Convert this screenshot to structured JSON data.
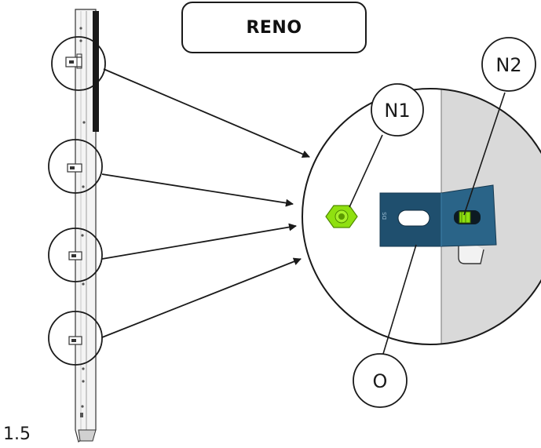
{
  "title": "RENO",
  "step_number": "1.5",
  "callouts": {
    "nut_1": "N1",
    "nut_2": "N2",
    "bracket": "O"
  },
  "colors": {
    "bracket": "#1f4f6e",
    "nut": "#8fe010",
    "wall": "#d9d9d9",
    "outline": "#1a1a1a"
  },
  "icons": {
    "profile": "vertical-profile-rail",
    "bracket": "mounting-bracket-icon",
    "nut": "hex-nut-icon"
  }
}
